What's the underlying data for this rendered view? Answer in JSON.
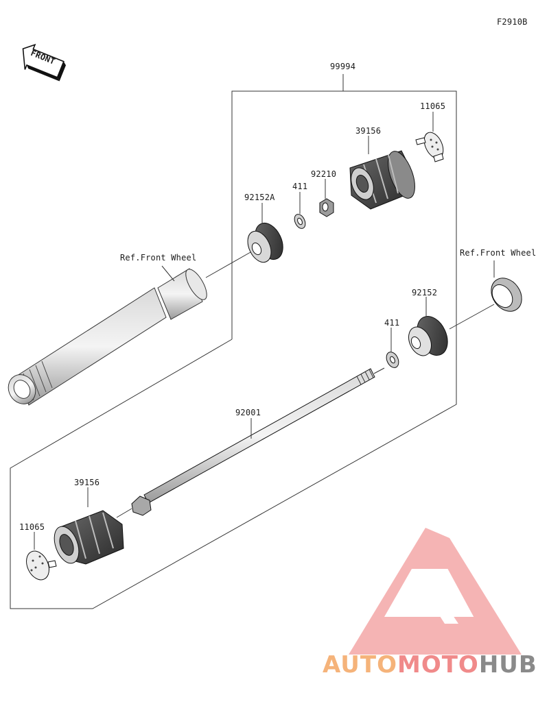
{
  "figure_id": "F2910B",
  "front_label": "FRONT",
  "parts": {
    "kit": "99994",
    "cap_top": "11065",
    "slider_top": "39156",
    "nut": "92210",
    "washer_top": "411",
    "collar_a": "92152A",
    "ref_left": "Ref.Front Wheel",
    "ref_right": "Ref.Front Wheel",
    "collar_b": "92152",
    "washer_right": "411",
    "bolt": "92001",
    "slider_bottom": "39156",
    "cap_bottom": "11065"
  },
  "watermark": {
    "part1": "AUTO",
    "part2": "MOTO",
    "part3": "HUB",
    "color_orange": "#f5b37a",
    "color_red": "#f08a8a",
    "color_gray": "#888888"
  }
}
